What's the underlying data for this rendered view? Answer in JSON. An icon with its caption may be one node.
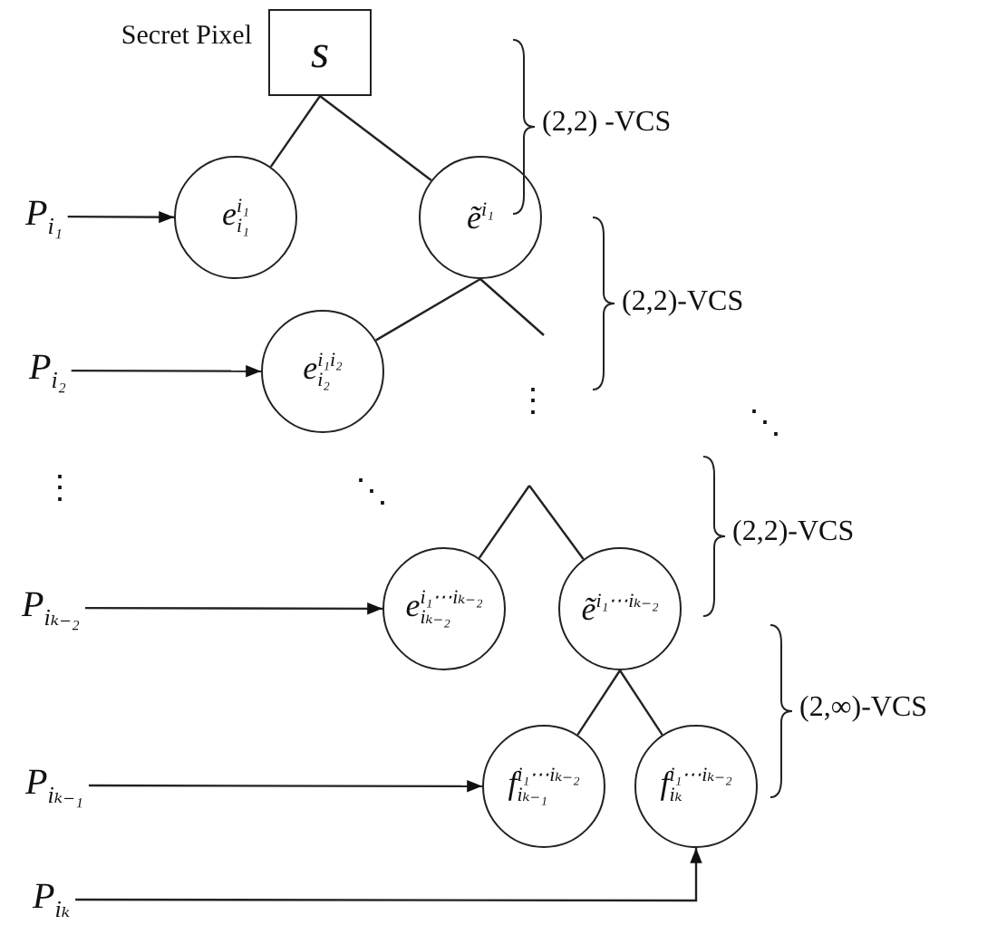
{
  "diagram": {
    "nodes": [
      {
        "text": [
          "s"
        ],
        "beside": [
          "Secret Pixel"
        ]
      },
      {
        "text": [
          "e$^{i₁}$$_{i₁}$"
        ]
      },
      {
        "text": [
          "ẽ$^{i₁}$"
        ]
      },
      {
        "text": [
          "e$^{i₁i₂}$$_{i₂}$"
        ]
      },
      {
        "text": [
          "e$^{i₁⋯iₖ₋₂}$$_{iₖ₋₂}$"
        ]
      },
      {
        "text": [
          "ẽ$^{i₁⋯iₖ₋₂}$"
        ]
      },
      {
        "text": [
          "f$^{i₁⋯iₖ₋₂}$$_{iₖ₋₁}$"
        ]
      },
      {
        "text": [
          "f$^{i₁⋯iₖ₋₂}$$_{iₖ}$"
        ]
      },
      {
        "text": [
          "P$_{i₁}$"
        ]
      },
      {
        "text": [
          "P$_{i₂}$"
        ]
      },
      {
        "text": [
          "P$_{iₖ₋₂}$"
        ]
      },
      {
        "text": [
          "P$_{iₖ₋₁}$"
        ]
      },
      {
        "text": [
          "P$_{iₖ}$"
        ]
      }
    ],
    "edges": [
      {
        "from": 0,
        "to": 1,
        "arrow": "none"
      },
      {
        "from": 0,
        "to": 2,
        "arrow": "none"
      },
      {
        "from": 2,
        "to": 3,
        "arrow": "none"
      },
      {
        "from": 2,
        "to": null,
        "arrow": "none"
      },
      {
        "from": null,
        "to": 4,
        "arrow": "none"
      },
      {
        "from": null,
        "to": 5,
        "arrow": "none"
      },
      {
        "from": 5,
        "to": 6,
        "arrow": "none"
      },
      {
        "from": 5,
        "to": 7,
        "arrow": "none"
      },
      {
        "from": 8,
        "to": 1,
        "arrow": "to"
      },
      {
        "from": 9,
        "to": 3,
        "arrow": "to"
      },
      {
        "from": 10,
        "to": 4,
        "arrow": "to"
      },
      {
        "from": 11,
        "to": 6,
        "arrow": "to"
      },
      {
        "from": 12,
        "to": 7,
        "arrow": "to"
      }
    ],
    "labels": [
      "(2,2) -VCS",
      "(2,2)-VCS",
      "⋮",
      "⋱",
      "⋮",
      "⋱",
      "(2,2)-VCS",
      "(2,∞)-VCS"
    ]
  }
}
